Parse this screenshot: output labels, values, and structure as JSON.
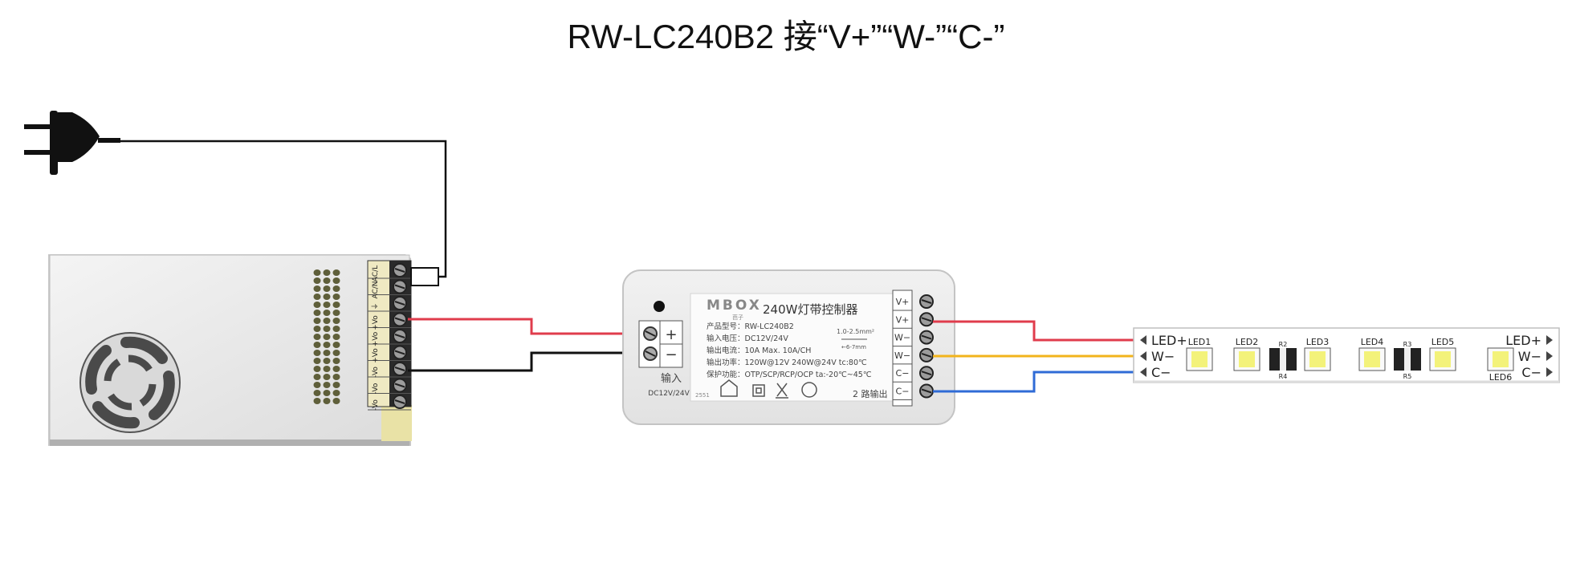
{
  "title": "RW-LC240B2 接“V+”“W-”“C-”",
  "psu": {
    "terminal_labels": [
      "AC/L",
      "AC/N",
      "⏚",
      "+Vo",
      "+Vo",
      "+Vo",
      "-Vo",
      "-Vo",
      "-Vo"
    ]
  },
  "controller": {
    "brand": "MBOX",
    "brand_sub": "芭子",
    "product_title": "240W灯带控制器",
    "spec_lines": [
      "产品型号：RW-LC240B2",
      "输入电压：DC12V/24V",
      "输出电流：10A  Max. 10A/CH",
      "输出功率：120W@12V   240W@24V    tc:80℃",
      "保护功能：OTP/SCP/RCP/OCP   ta:-20℃~45℃"
    ],
    "wire_spec": "1.0-2.5mm²",
    "strip_spec": "←6-7mm",
    "input_plus": "+",
    "input_minus": "−",
    "input_label": "输入",
    "input_voltage": "DC12V/24V",
    "output_label": "2 路输出",
    "date_code": "2551",
    "output_terminals": [
      "V+",
      "V+",
      "W−",
      "W−",
      "C−",
      "C−"
    ]
  },
  "strip": {
    "left_labels": [
      "LED+",
      "W−",
      "C−"
    ],
    "right_labels": [
      "LED+",
      "W−",
      "C−"
    ],
    "leds": [
      "LED1",
      "LED2",
      "LED3",
      "LED4",
      "LED5",
      "LED6"
    ],
    "resistors_top": [
      "R2",
      "R3"
    ],
    "resistors_bottom": [
      "R4",
      "R5"
    ]
  },
  "colors": {
    "wire_red": "#e03c4c",
    "wire_black": "#111111",
    "wire_yellow": "#f2b41c",
    "wire_blue": "#2f6bd6",
    "led_yellow": "#f3f27a"
  }
}
